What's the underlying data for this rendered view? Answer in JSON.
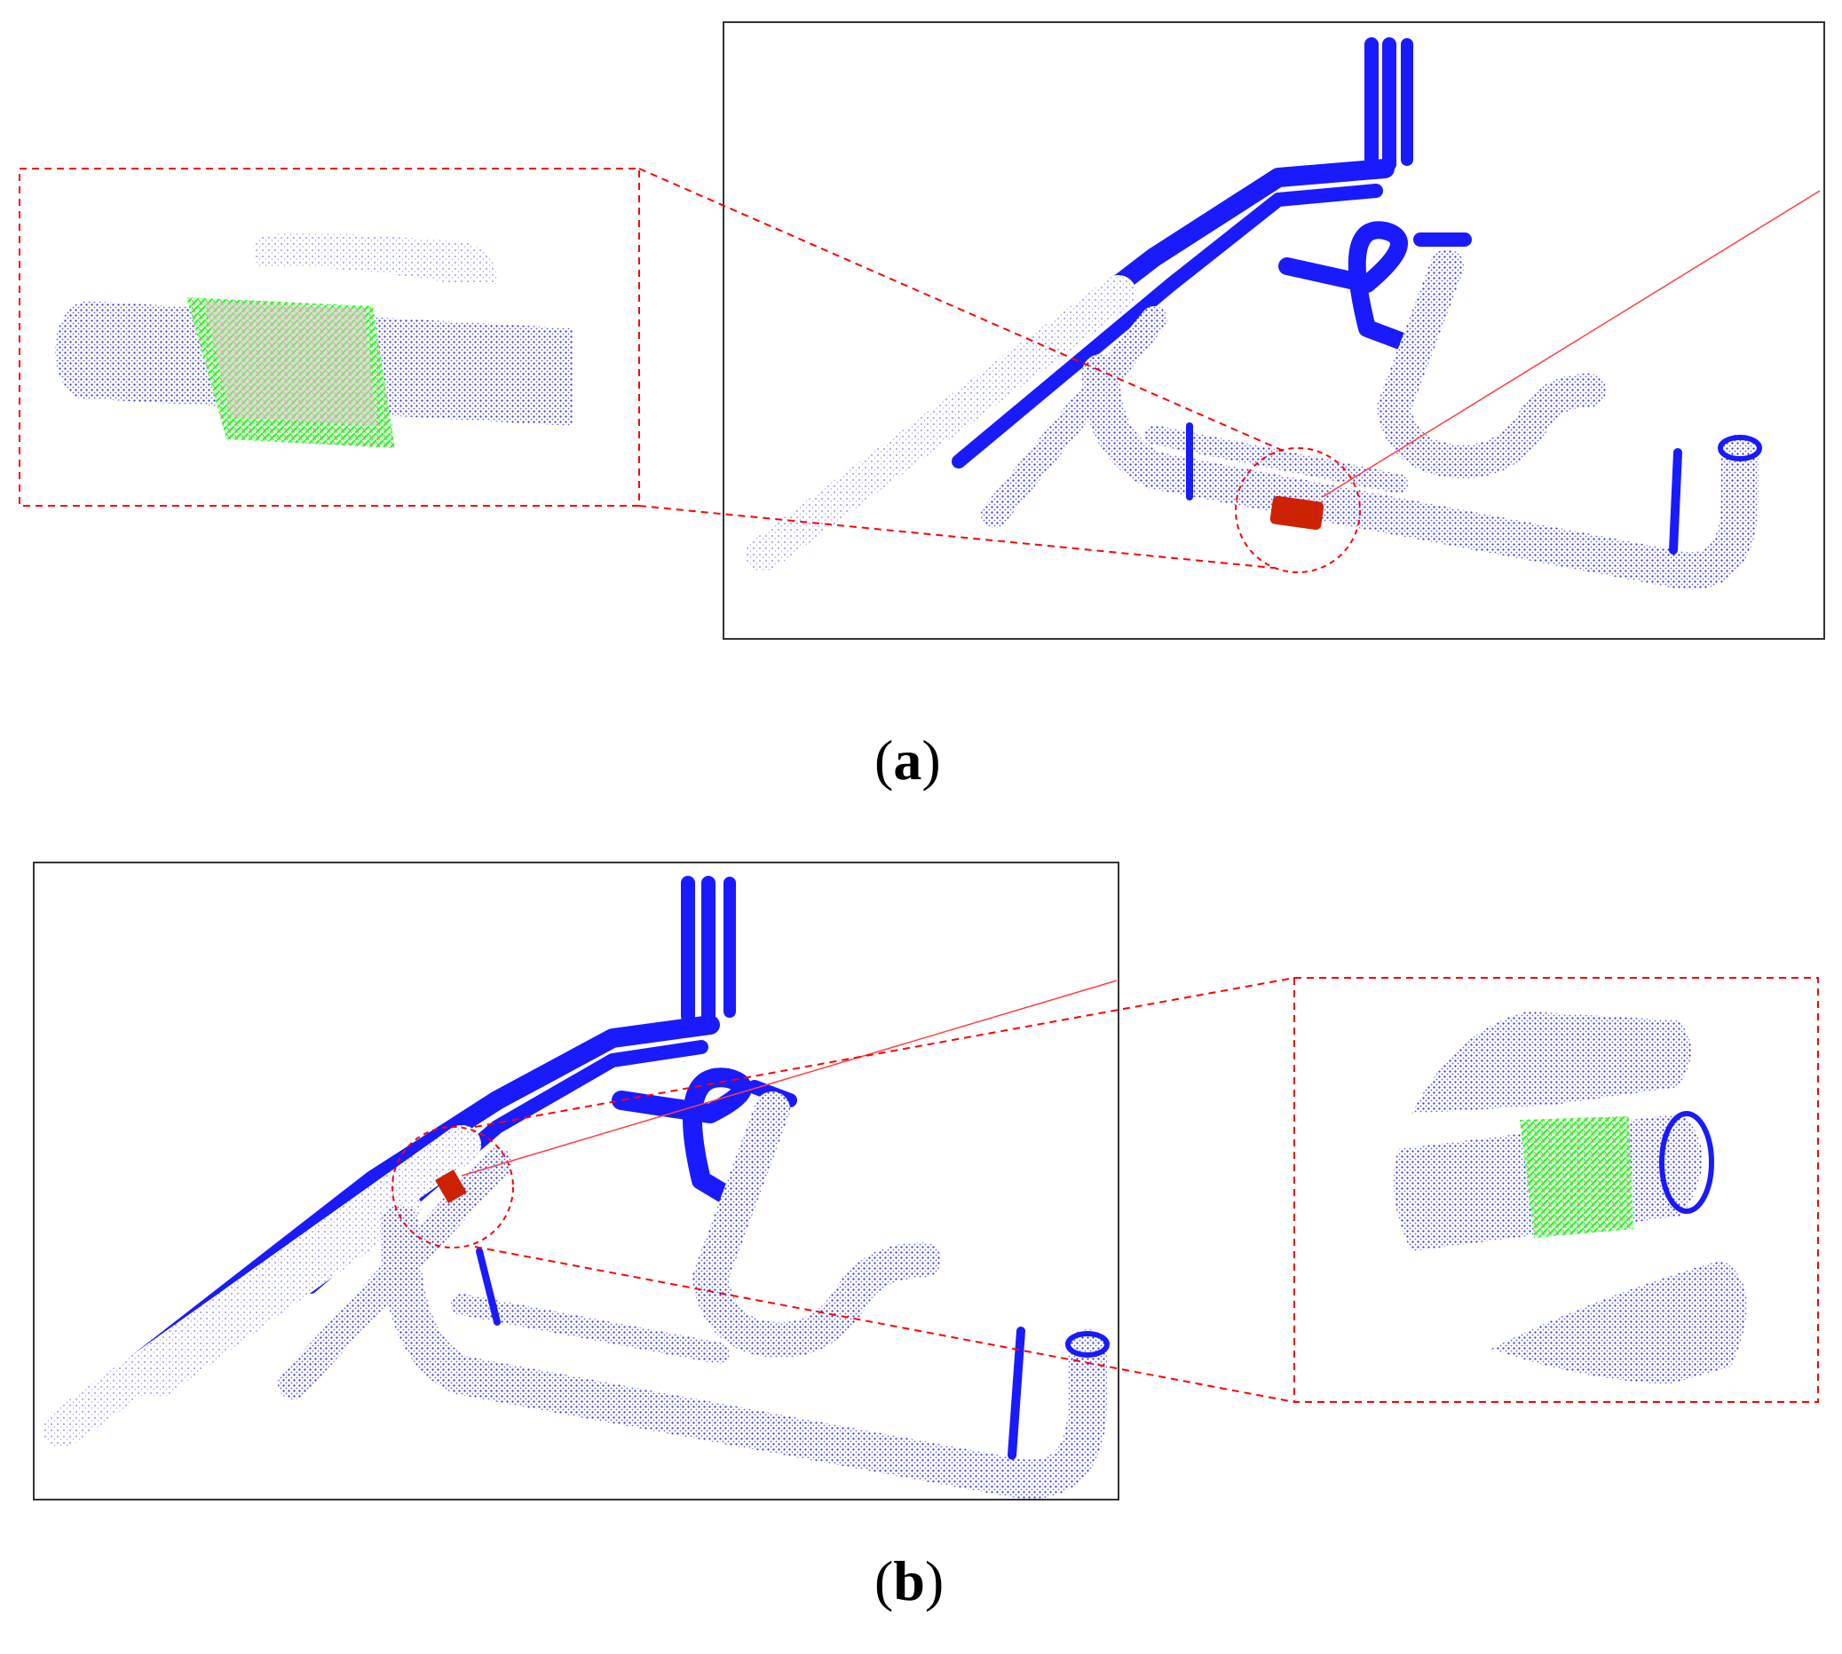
{
  "captions": {
    "a": {
      "open": "(",
      "letter": "a",
      "close": ")"
    },
    "b": {
      "open": "(",
      "letter": "b",
      "close": ")"
    }
  },
  "colors": {
    "pipe": "#1a1aff",
    "pipe_light": "#8080ff",
    "normals": "#1aff1a",
    "highlight": "#cc2200",
    "callout": "#ff0000",
    "frame": "#333333"
  },
  "icons": {
    "panel_a": "point-cloud-pipe-network",
    "zoom_a": "point-cloud-pipe-segment-with-normals",
    "panel_b": "point-cloud-pipe-network",
    "zoom_b": "point-cloud-pipe-junction-with-normals"
  }
}
